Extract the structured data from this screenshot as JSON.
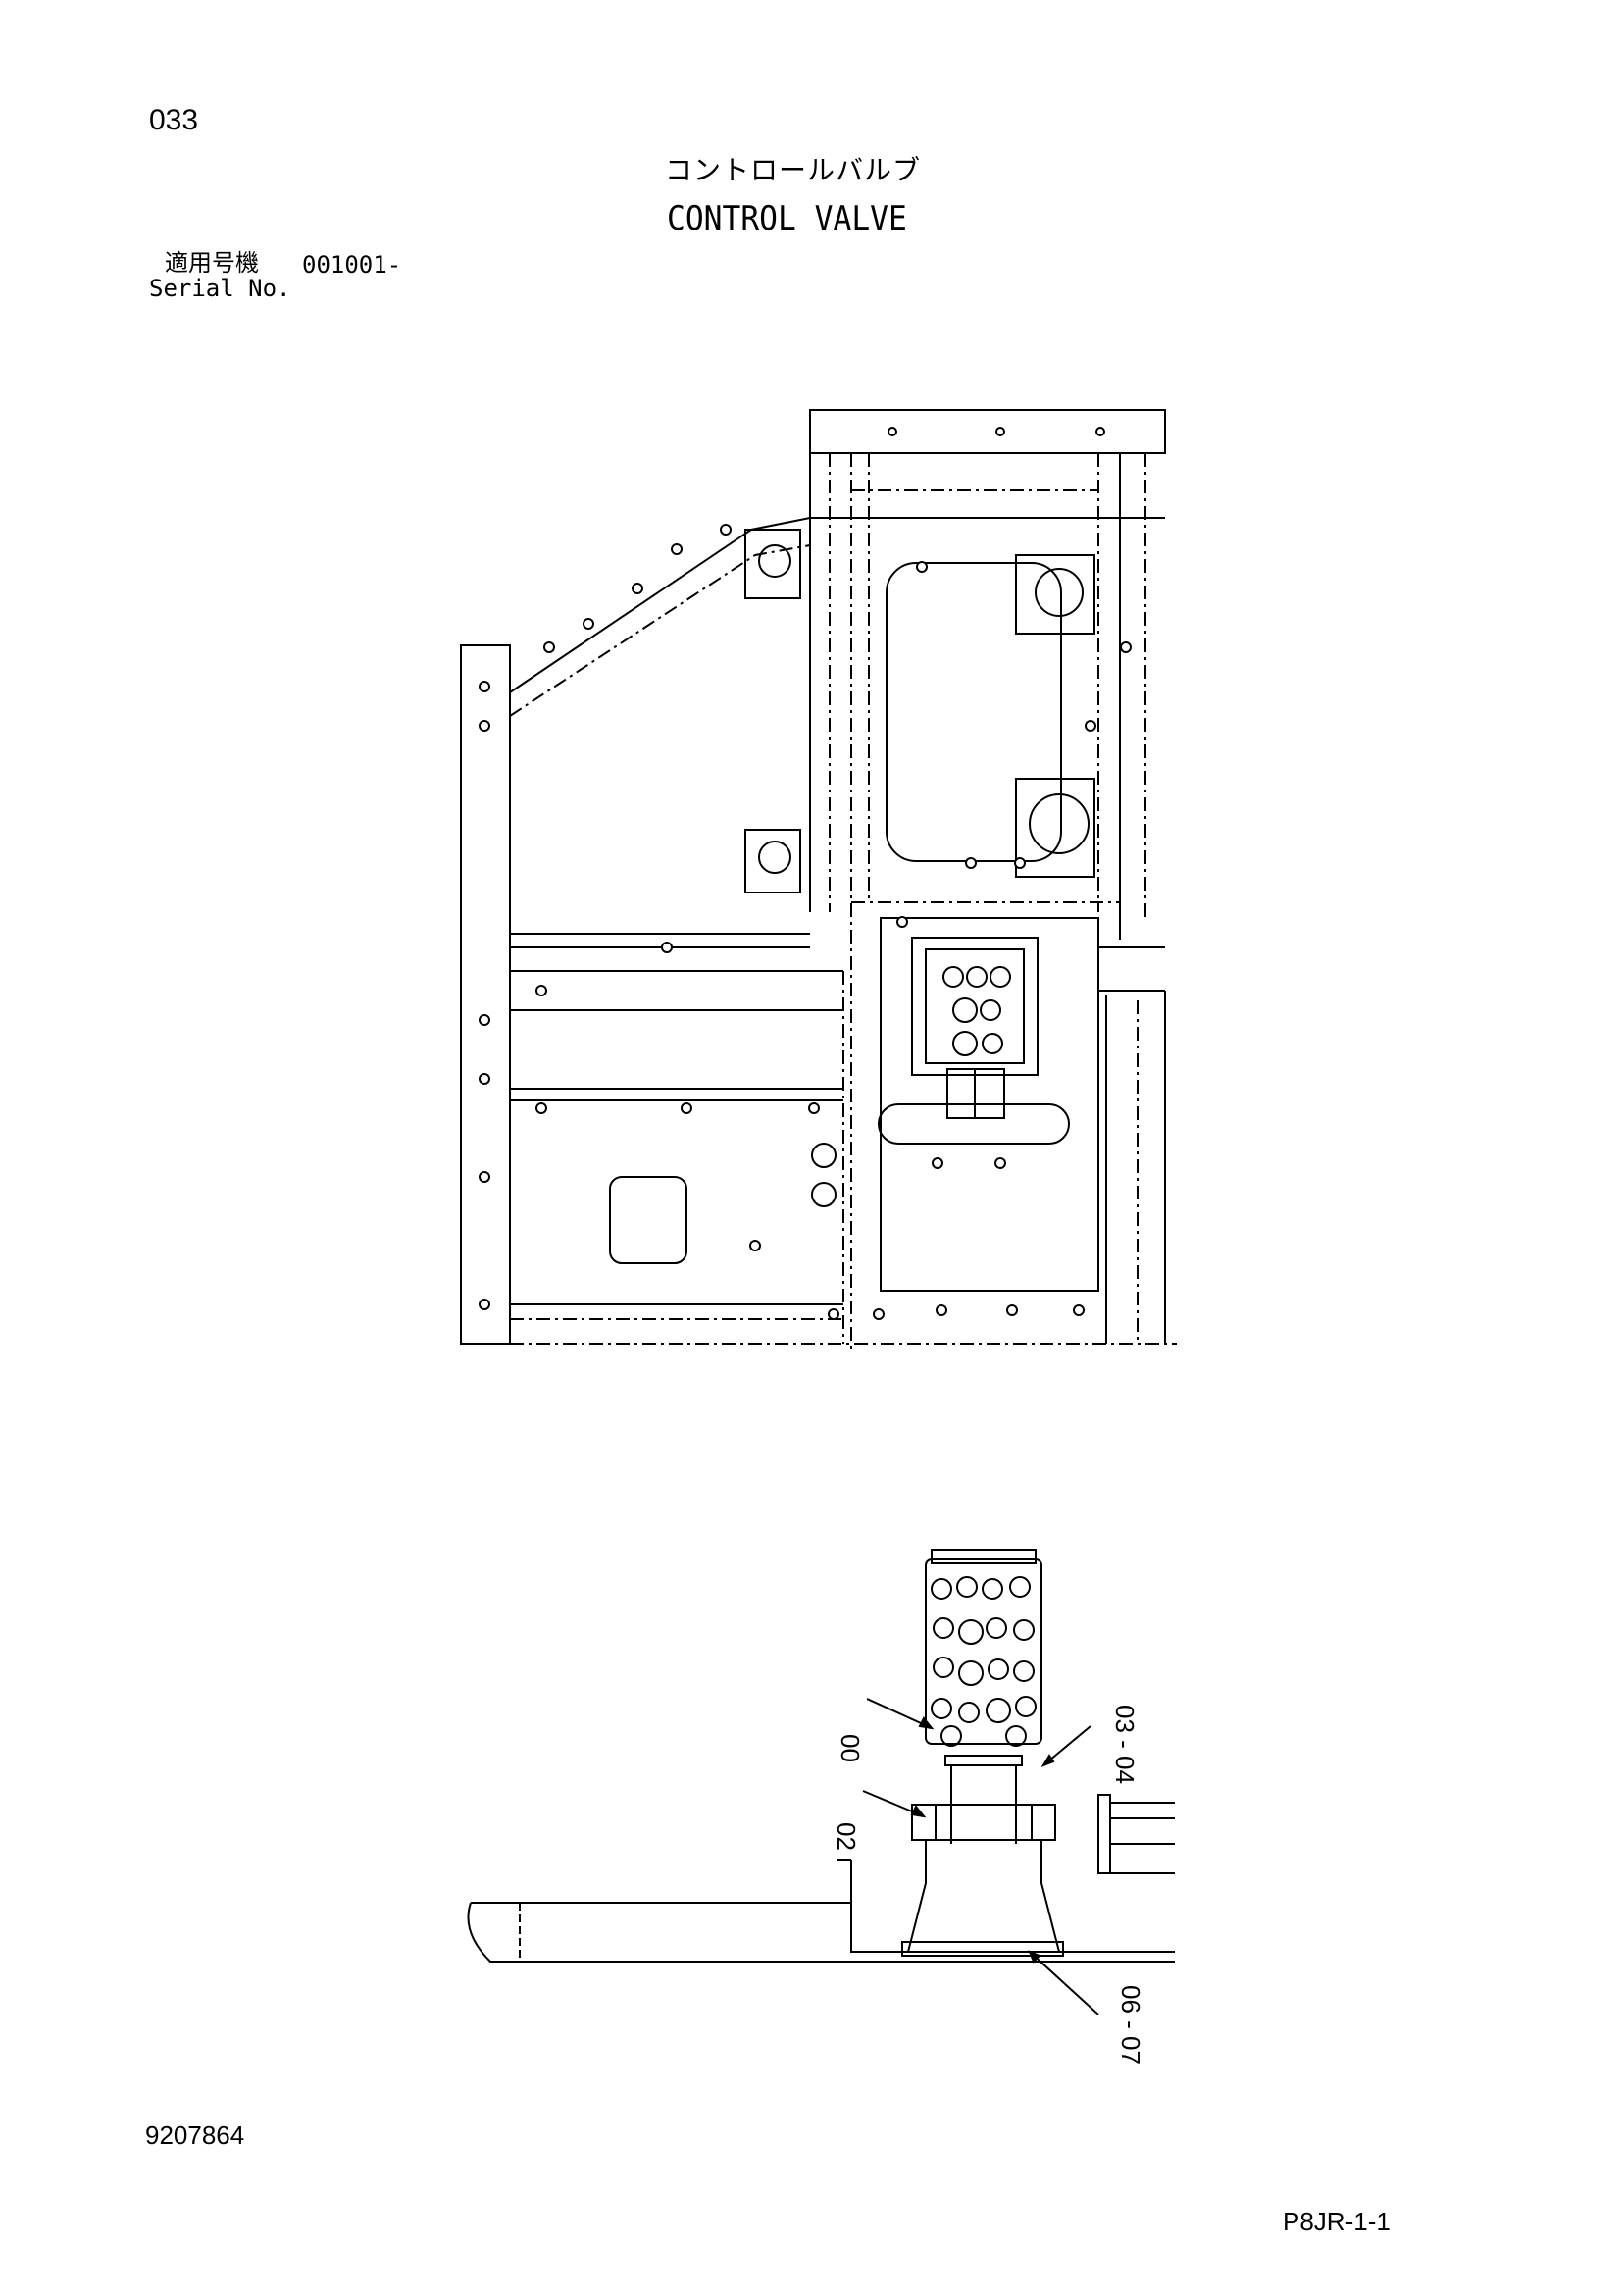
{
  "header": {
    "page_number": "033",
    "title_jp": "コントロールバルブ",
    "title_en": "CONTROL VALVE",
    "serial_label_jp": "適用号機",
    "serial_value": "001001-",
    "serial_label_en": "Serial No."
  },
  "callouts": {
    "c00": "00",
    "c02": "02",
    "c03_04": "03 - 04",
    "c06_07": "06 - 07"
  },
  "footer": {
    "document_number": "9207864",
    "sheet_code": "P8JR-1-1"
  }
}
